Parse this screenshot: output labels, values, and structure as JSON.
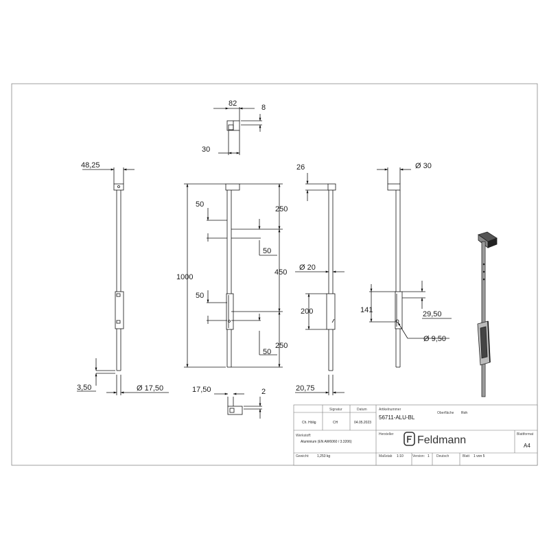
{
  "dimensions": {
    "top_detail": {
      "width": "82",
      "offset": "8",
      "height": "30"
    },
    "bottom_detail": {
      "width": "17,50",
      "offset": "2"
    },
    "view1": {
      "top_width": "48,25",
      "bottom_offset": "3,50",
      "diameter": "Ø 17,50"
    },
    "view2": {
      "overall": "1000",
      "seg_top": "250",
      "seg_mid": "450",
      "seg_bot": "250",
      "holder_top": "50",
      "holder_top_b": "50",
      "holder_bot": "50",
      "holder_bot_b": "50"
    },
    "view3": {
      "top_width": "26",
      "diameter": "Ø 20",
      "holder": "200",
      "bottom_width": "20,75"
    },
    "view4": {
      "top_diameter": "Ø 30",
      "holder": "141",
      "holder_offset": "29,50",
      "hole": "Ø 9,50"
    }
  },
  "title_block": {
    "labels": {
      "signature": "Signatur",
      "date": "Datum",
      "article_no": "Artikelnummer",
      "surface": "Oberfläche",
      "material": "Werkstoff:",
      "manufacturer": "Hersteller",
      "sheet_format": "Blattformat",
      "weight": "Gewicht:",
      "scale": "Maßstab",
      "version": "Version:",
      "language": "Deutsch",
      "sheet": "Blatt"
    },
    "values": {
      "drawn_by": "Ch. Hölig",
      "signature": "CH",
      "date": "04.05.2023",
      "article_no": "56711-ALU-BL",
      "surface": "Roh",
      "material": "Aluminium (EN AW6060 / 3.3206)",
      "brand": "Feldmann",
      "sheet_format": "A4",
      "weight": "1,253 kg",
      "scale": "1:10",
      "version": "1",
      "sheet": "1 von 5"
    }
  }
}
